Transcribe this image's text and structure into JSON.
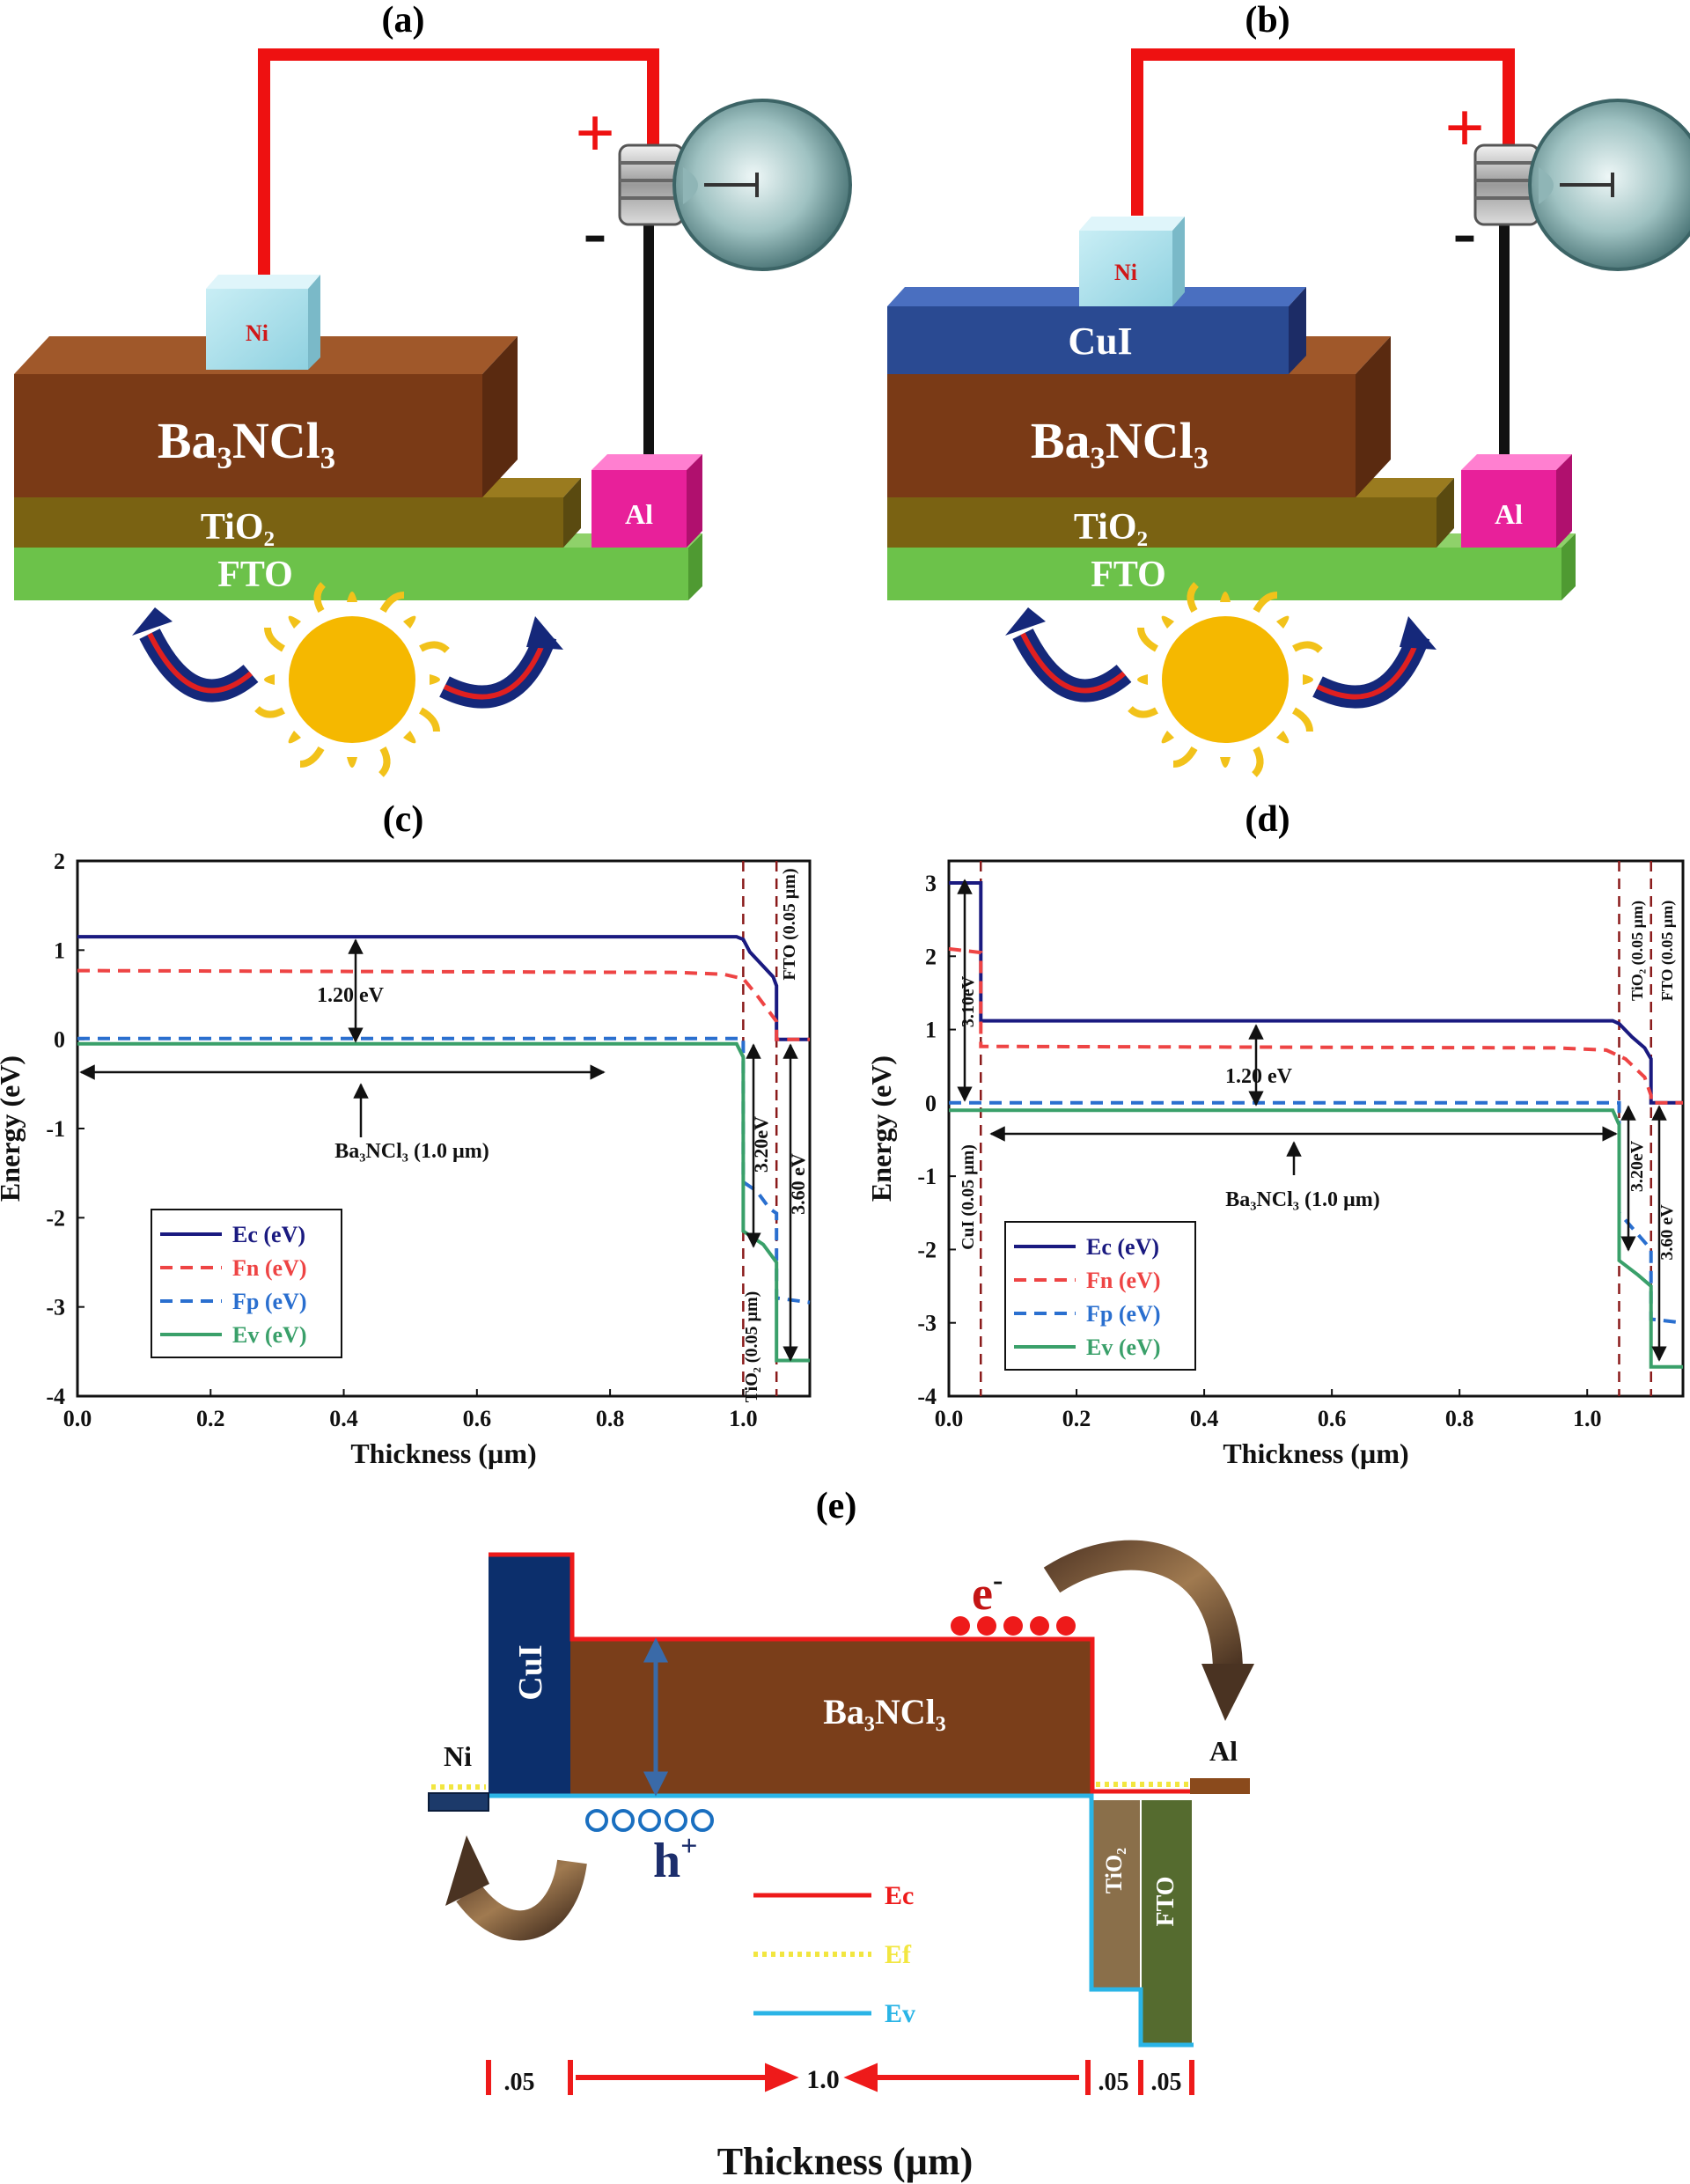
{
  "panels": {
    "a": {
      "label": "(a)",
      "layers": [
        "FTO",
        "TiO₂",
        "Ba₃NCl₃"
      ],
      "contact_top": "Ni",
      "contact_side": "Al",
      "plus": "+",
      "minus": "-"
    },
    "b": {
      "label": "(b)",
      "layers": [
        "FTO",
        "TiO₂",
        "Ba₃NCl₃",
        "CuI"
      ],
      "contact_top": "Ni",
      "contact_side": "Al",
      "plus": "+",
      "minus": "-"
    },
    "c": {
      "label": "(c)",
      "annotations": {
        "gap": "1.20 eV",
        "absorber": "Ba₃NCl₃ (1.0 µm)",
        "etl_gap": "3.20eV",
        "fto_gap": "3.60 eV",
        "tio2_layer": "TiO₂ (0.05 µm)",
        "fto_layer": "FTO (0.05 µm)"
      }
    },
    "d": {
      "label": "(d)",
      "annotations": {
        "htl_gap": "3.10eV",
        "gap": "1.20 eV",
        "absorber": "Ba₃NCl₃ (1.0 µm)",
        "etl_gap": "3.20eV",
        "fto_gap": "3.60 eV",
        "cui_layer": "CuI (0.05 µm)",
        "tio2_layer": "TiO₂ (0.05 µm)",
        "fto_layer": "FTO (0.05 µm)"
      }
    },
    "e": {
      "label": "(e)",
      "layers": {
        "htl": "CuI",
        "absorber": "Ba₃NCl₃",
        "etl": "TiO₂",
        "tco": "FTO"
      },
      "contacts": {
        "left": "Ni",
        "right": "Al"
      },
      "carriers": {
        "electron": "e",
        "electron_sup": "-",
        "hole": "h",
        "hole_sup": "+"
      },
      "legend": [
        "Ec",
        "Ef",
        "Ev"
      ],
      "thickness_labels": [
        ".05",
        "1.0",
        ".05",
        ".05"
      ],
      "xlabel": "Thickness (µm)"
    }
  },
  "chart_data": [
    {
      "type": "line",
      "panel": "(c)",
      "xlabel": "Thickness (µm)",
      "ylabel": "Energy (eV)",
      "xlim": [
        0.0,
        1.1
      ],
      "ylim": [
        -4,
        2
      ],
      "xticks": [
        "0.0",
        "0.2",
        "0.4",
        "0.6",
        "0.8",
        "1.0"
      ],
      "yticks": [
        "2",
        "1",
        "0",
        "-1",
        "-2",
        "-3",
        "-4"
      ],
      "legend_position": "lower-left",
      "series": [
        {
          "name": "Ec (eV)",
          "color": "#1a1a80",
          "dash": "solid",
          "points": [
            [
              0.0,
              1.15
            ],
            [
              0.99,
              1.15
            ],
            [
              1.0,
              1.12
            ],
            [
              1.01,
              0.98
            ],
            [
              1.03,
              0.82
            ],
            [
              1.045,
              0.7
            ],
            [
              1.05,
              0.6
            ],
            [
              1.05,
              0.0
            ],
            [
              1.1,
              0.0
            ]
          ]
        },
        {
          "name": "Fn (eV)",
          "color": "#ee4444",
          "dash": "dashed",
          "points": [
            [
              0.0,
              0.77
            ],
            [
              0.9,
              0.75
            ],
            [
              0.97,
              0.73
            ],
            [
              1.0,
              0.68
            ],
            [
              1.02,
              0.5
            ],
            [
              1.05,
              0.2
            ],
            [
              1.05,
              0.0
            ],
            [
              1.1,
              0.0
            ]
          ]
        },
        {
          "name": "Fp (eV)",
          "color": "#2a6fcf",
          "dash": "dashed",
          "points": [
            [
              0.0,
              0.01
            ],
            [
              1.0,
              0.01
            ],
            [
              1.0,
              -1.6
            ],
            [
              1.02,
              -1.7
            ],
            [
              1.04,
              -1.9
            ],
            [
              1.05,
              -1.95
            ],
            [
              1.05,
              -2.9
            ],
            [
              1.1,
              -2.95
            ]
          ]
        },
        {
          "name": "Ev (eV)",
          "color": "#3aa06a",
          "dash": "solid",
          "points": [
            [
              0.0,
              -0.05
            ],
            [
              0.99,
              -0.05
            ],
            [
              1.0,
              -0.2
            ],
            [
              1.0,
              -2.15
            ],
            [
              1.03,
              -2.3
            ],
            [
              1.05,
              -2.5
            ],
            [
              1.05,
              -3.6
            ],
            [
              1.1,
              -3.6
            ]
          ]
        }
      ]
    },
    {
      "type": "line",
      "panel": "(d)",
      "xlabel": "Thickness (µm)",
      "ylabel": "Energy (eV)",
      "xlim": [
        0.0,
        1.15
      ],
      "ylim": [
        -4,
        3.3
      ],
      "xticks": [
        "0.0",
        "0.2",
        "0.4",
        "0.6",
        "0.8",
        "1.0"
      ],
      "yticks": [
        "3",
        "2",
        "1",
        "0",
        "-1",
        "-2",
        "-3",
        "-4"
      ],
      "legend_position": "lower-left",
      "series": [
        {
          "name": "Ec (eV)",
          "color": "#1a1a80",
          "dash": "solid",
          "points": [
            [
              0.0,
              3.0
            ],
            [
              0.05,
              3.0
            ],
            [
              0.05,
              1.12
            ],
            [
              1.04,
              1.12
            ],
            [
              1.05,
              1.08
            ],
            [
              1.07,
              0.9
            ],
            [
              1.09,
              0.75
            ],
            [
              1.1,
              0.6
            ],
            [
              1.1,
              0.0
            ],
            [
              1.15,
              0.0
            ]
          ]
        },
        {
          "name": "Fn (eV)",
          "color": "#ee4444",
          "dash": "dashed",
          "points": [
            [
              0.0,
              2.1
            ],
            [
              0.05,
              2.05
            ],
            [
              0.05,
              0.77
            ],
            [
              0.95,
              0.75
            ],
            [
              1.03,
              0.72
            ],
            [
              1.06,
              0.6
            ],
            [
              1.09,
              0.35
            ],
            [
              1.1,
              0.1
            ],
            [
              1.1,
              0.0
            ],
            [
              1.15,
              0.0
            ]
          ]
        },
        {
          "name": "Fp (eV)",
          "color": "#2a6fcf",
          "dash": "dashed",
          "points": [
            [
              0.0,
              0.0
            ],
            [
              1.05,
              0.0
            ],
            [
              1.05,
              -1.5
            ],
            [
              1.07,
              -1.7
            ],
            [
              1.09,
              -1.9
            ],
            [
              1.1,
              -2.0
            ],
            [
              1.1,
              -2.95
            ],
            [
              1.15,
              -3.0
            ]
          ]
        },
        {
          "name": "Ev (eV)",
          "color": "#3aa06a",
          "dash": "solid",
          "points": [
            [
              0.0,
              -0.1
            ],
            [
              1.04,
              -0.1
            ],
            [
              1.05,
              -0.3
            ],
            [
              1.05,
              -2.15
            ],
            [
              1.08,
              -2.35
            ],
            [
              1.1,
              -2.5
            ],
            [
              1.1,
              -3.6
            ],
            [
              1.15,
              -3.6
            ]
          ]
        }
      ]
    }
  ]
}
